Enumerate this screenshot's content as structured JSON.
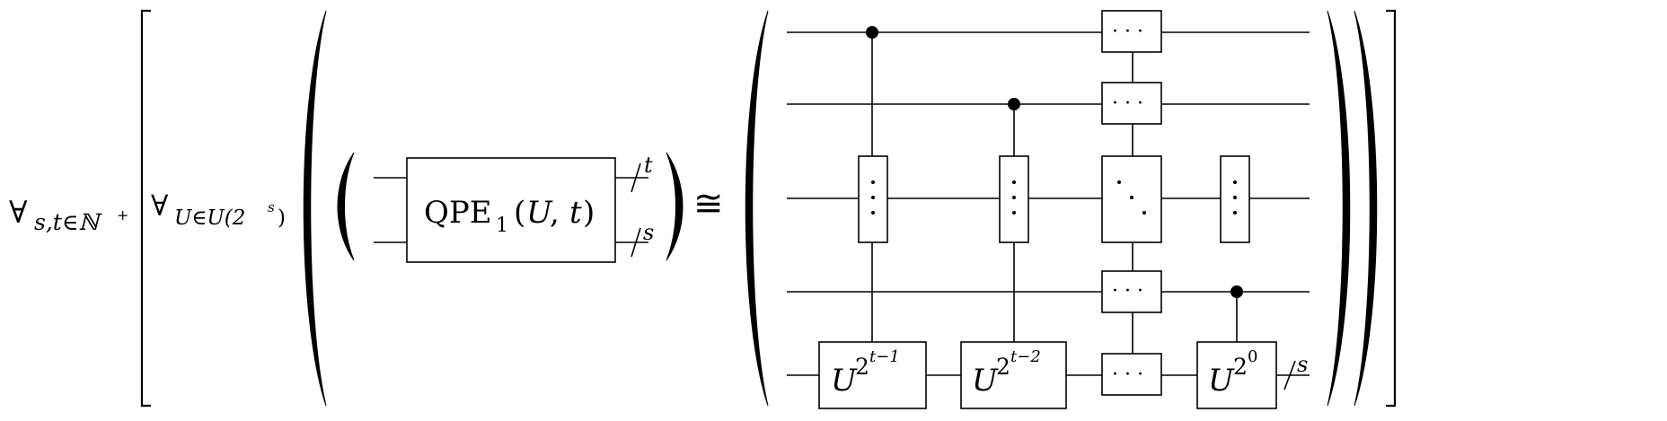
{
  "left": {
    "quant1": {
      "forall": "∀",
      "sub": "s,t∈ℕ",
      "sup": "+"
    },
    "quant2": {
      "forall": "∀",
      "sub_pre": "U∈U(2",
      "sub_sup": "s",
      "sub_post": ")"
    }
  },
  "qpe": {
    "name": "QPE",
    "index": "1",
    "args_open": "(",
    "args_var1": "U",
    "args_sep": ", ",
    "args_var2": "t",
    "args_close": ")",
    "top_wire_label": "t",
    "bottom_wire_label": "s"
  },
  "relation": "≅",
  "circuit": {
    "gates": [
      {
        "base": "U",
        "exp_base": "2",
        "exp_sup": "t−1"
      },
      {
        "base": "U",
        "exp_base": "2",
        "exp_sup": "t−2"
      },
      {
        "base": "U",
        "exp_base": "2",
        "exp_sup": "0"
      }
    ],
    "hdots": "· · ·",
    "output_wire_label": "s"
  }
}
